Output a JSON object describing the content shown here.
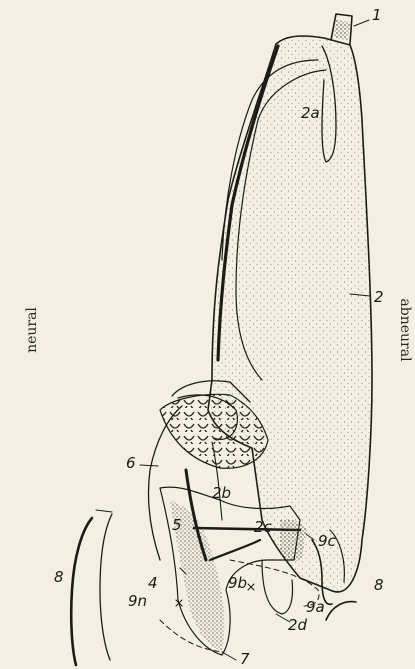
{
  "figure": {
    "side_labels": {
      "left": "neural",
      "right": "abneural"
    },
    "part_labels": [
      "1",
      "2a",
      "2",
      "6",
      "2b",
      "5",
      "2c",
      "9c",
      "8",
      "4",
      "9n",
      "9b",
      "9a",
      "8",
      "2d",
      "7"
    ]
  }
}
